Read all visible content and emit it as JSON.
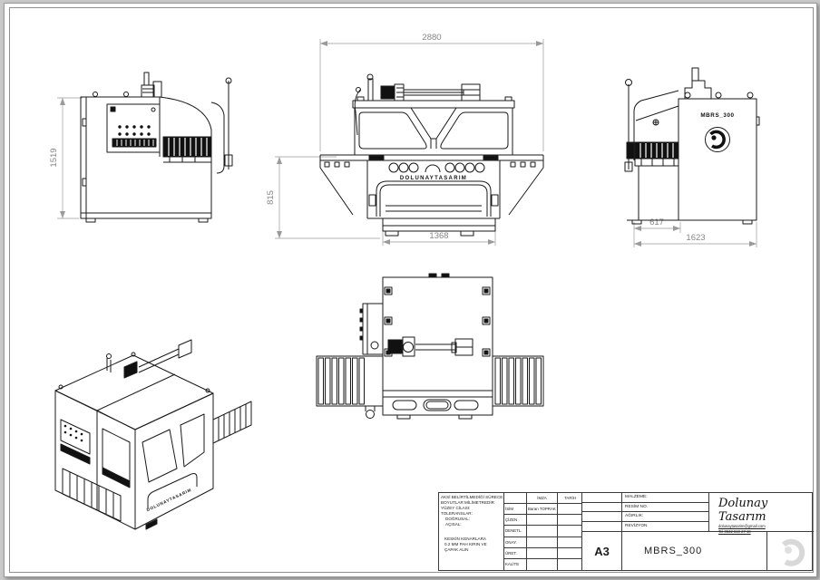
{
  "sheet": {
    "views": {
      "left_view": {
        "dim_height": "1519"
      },
      "front_view": {
        "dim_width": "2880",
        "dim_height": "815",
        "dim_base": "1368",
        "brand": "DOLUNAYTASARIM"
      },
      "right_view": {
        "dim_inner": "617",
        "dim_depth": "1623",
        "model": "MBRS_300"
      },
      "iso_view": {
        "brand": "DOLUNAYTASARIM"
      }
    },
    "title_block": {
      "notes": [
        "AKSİ BELİRTİLMEDİĞİ SÜRECE:",
        "BOYUTLAR MİLİMETREDİR",
        "YÜZEY CİLASI:",
        "TOLERANSLAR:",
        "DOĞRUSAL:",
        "AÇISAL:"
      ],
      "edge_note": [
        "KESKİN KENARLARA",
        "0.2 MM PAH KIRIN VE",
        "ÇAPAK ALIN"
      ],
      "sign_table": {
        "col_headers": [
          "İMZA",
          "TARİH"
        ],
        "rows": [
          {
            "label": "İSİM",
            "value": "Baran TOPRAK"
          },
          {
            "label": "ÇİZEN",
            "value": ""
          },
          {
            "label": "DENETL.",
            "value": ""
          },
          {
            "label": "ONAY.",
            "value": ""
          },
          {
            "label": "ÜRET.",
            "value": ""
          },
          {
            "label": "KALİTE",
            "value": ""
          }
        ]
      },
      "fields": [
        "MALZEME:",
        "RESİM NO.",
        "AĞIRLIK:",
        "REVİZYON"
      ],
      "paper_size": "A3",
      "drawing_no": "MBRS_300",
      "company": {
        "name": "Dolunay Tasarım",
        "email": "dolunaytasarim@gmail.com",
        "phone": "Tel 0532 610 27 18"
      }
    },
    "colors": {
      "line": "#1a1a1a",
      "dim_line": "#9a9a9a",
      "dim_text": "#858585",
      "fill_dark": "#111111",
      "sheet": "#ffffff",
      "background": "#c9c9c9"
    }
  }
}
